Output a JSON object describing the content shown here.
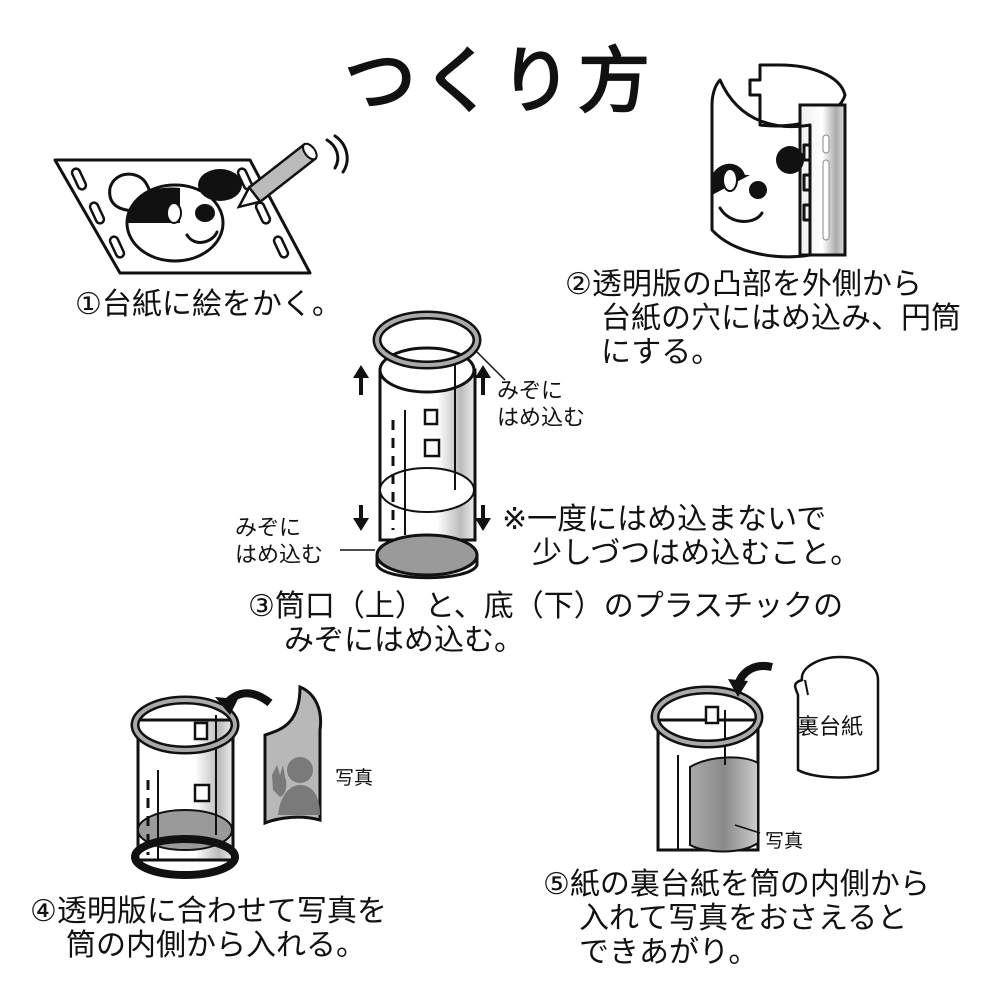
{
  "title": "つくり方",
  "steps": [
    {
      "number": "①",
      "lines": [
        "台紙に絵をかく。"
      ]
    },
    {
      "number": "②",
      "lines": [
        "透明版の凸部を外側から",
        "台紙の穴にはめ込み、円筒",
        "にする。"
      ]
    },
    {
      "number": "③",
      "lines": [
        "筒口（上）と、底（下）のプラスチックの",
        "みぞにはめ込む。"
      ]
    },
    {
      "number": "④",
      "lines": [
        "透明版に合わせて写真を",
        "筒の内側から入れる。"
      ]
    },
    {
      "number": "⑤",
      "lines": [
        "紙の裏台紙を筒の内側から",
        "入れて写真をおさえると",
        "できあがり。"
      ]
    }
  ],
  "callouts": {
    "groove_top": [
      "みぞに",
      "はめ込む"
    ],
    "groove_bottom": [
      "みぞに",
      "はめ込む"
    ],
    "note": [
      "※一度にはめ込まないで",
      "少しづつはめ込むこと。"
    ],
    "photo_label_4": "写真",
    "photo_label_5": "写真",
    "backing_label": "裏台紙"
  },
  "colors": {
    "ink": "#111111",
    "gray": "#9a9a9a",
    "light_gray": "#d0d0d0"
  }
}
